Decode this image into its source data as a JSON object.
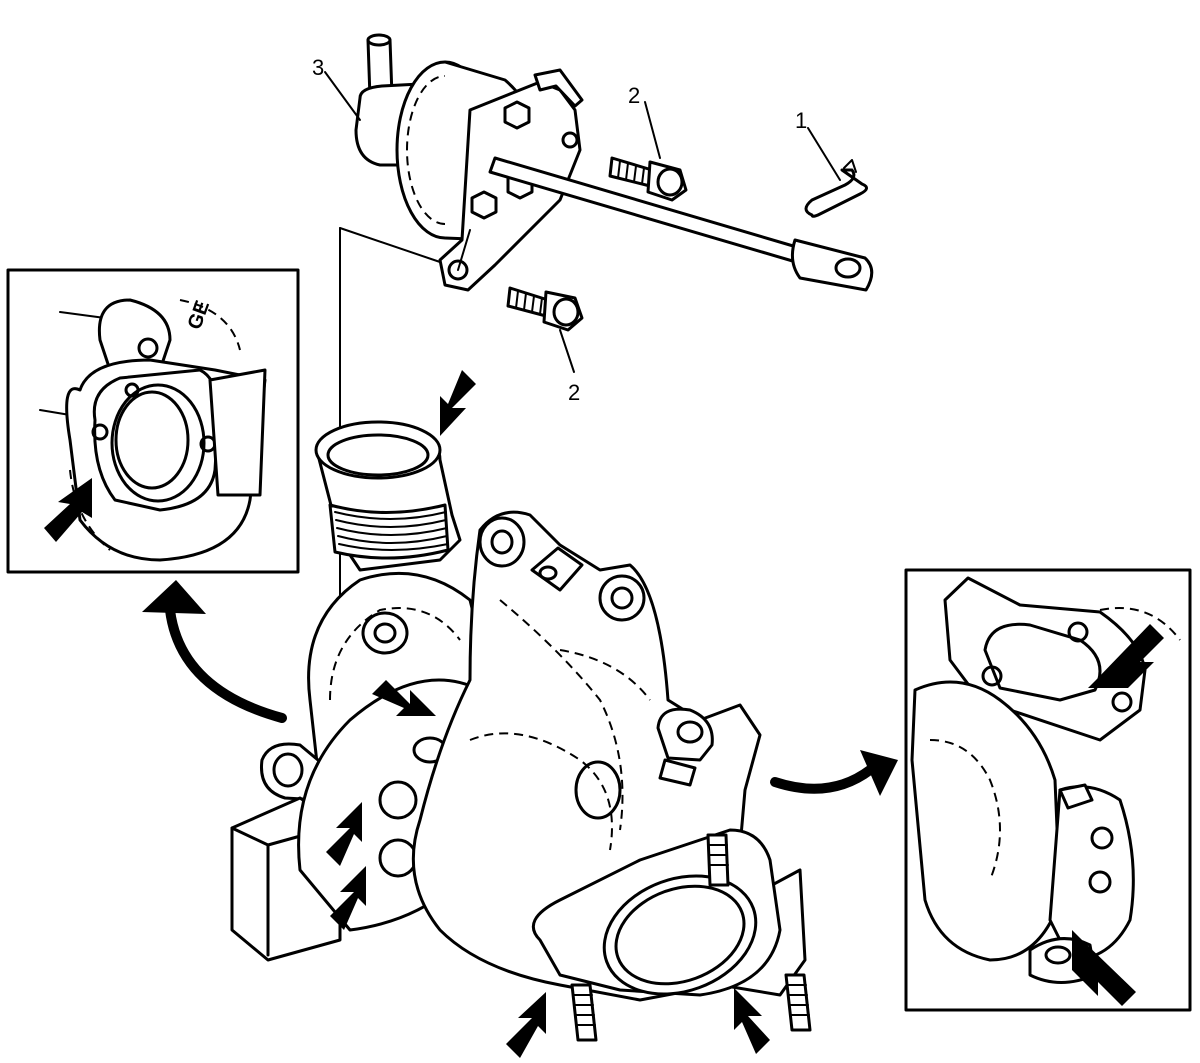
{
  "callouts": {
    "one": "1",
    "two_upper": "2",
    "two_lower": "2",
    "three": "3"
  },
  "inset_left": {
    "text": "GE"
  },
  "inset_right": {}
}
